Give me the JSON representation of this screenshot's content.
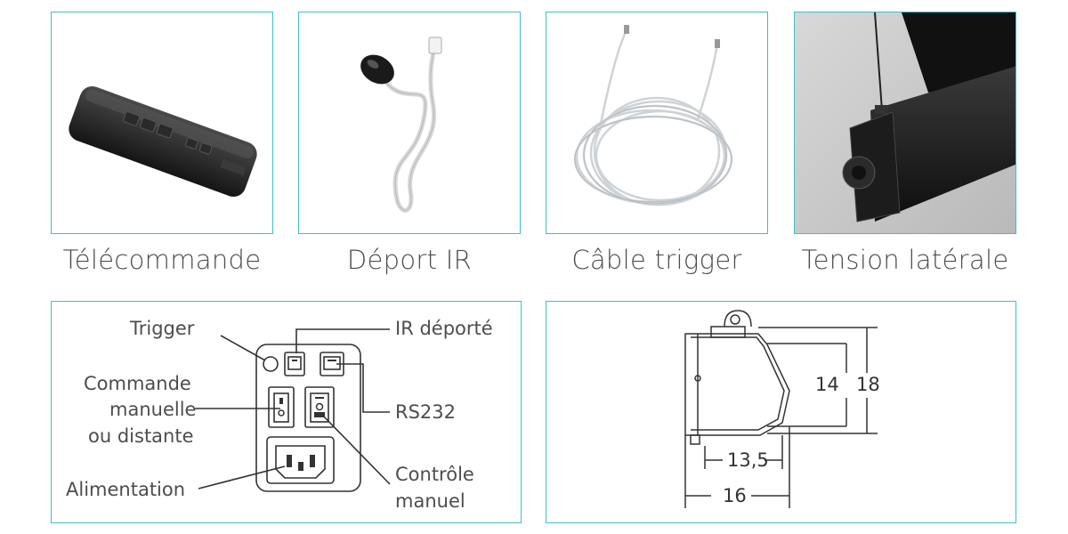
{
  "products": [
    {
      "caption": "Télécommande",
      "icon": "remote-control-icon"
    },
    {
      "caption": "Déport IR",
      "icon": "ir-receiver-cable-icon"
    },
    {
      "caption": "Câble trigger",
      "icon": "trigger-cable-coil-icon"
    },
    {
      "caption": "Tension latérale",
      "icon": "side-tension-bracket-icon"
    }
  ],
  "connector_panel": {
    "trigger": "Trigger",
    "ir": "IR déporté",
    "command_line1": "Commande",
    "command_line2": "manuelle",
    "command_line3": "ou distante",
    "rs232": "RS232",
    "power": "Alimentation",
    "control_line1": "Contrôle",
    "control_line2": "manuel"
  },
  "dimensions": {
    "inner_height": "14",
    "outer_height": "18",
    "inner_depth": "13,5",
    "outer_depth": "16"
  },
  "colors": {
    "border": "#3fbfca",
    "text": "#4d4d4d"
  }
}
